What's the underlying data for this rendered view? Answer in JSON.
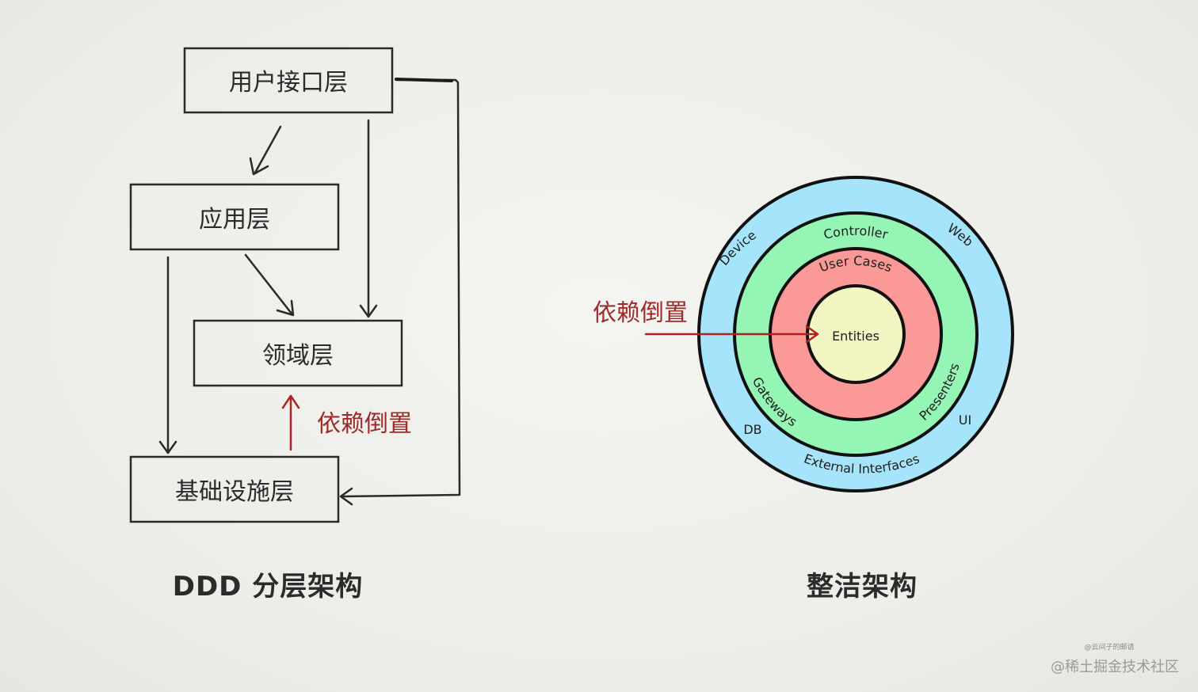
{
  "ddd": {
    "layers": {
      "user_interface": "用户接口层",
      "application": "应用层",
      "domain": "领域层",
      "infrastructure": "基础设施层"
    },
    "inversion_label": "依赖倒置",
    "caption": "DDD 分层架构"
  },
  "clean": {
    "rings": {
      "entities": "Entities",
      "use_cases": "User Cases",
      "controller": "Controller",
      "gateways": "Gateways",
      "presenters": "Presenters",
      "device": "Device",
      "web": "Web",
      "db": "DB",
      "ui": "UI",
      "external": "External Interfaces"
    },
    "inversion_label": "依赖倒置",
    "caption": "整洁架构"
  },
  "colors": {
    "outer_ring": "#a6e4fb",
    "green_ring": "#94f5b4",
    "red_ring": "#fb9898",
    "core": "#f3f5c2",
    "inversion_arrow": "#b02222",
    "stroke": "#2a2a2a"
  },
  "watermark": {
    "author": "@云间子的邮请",
    "site": "@稀土掘金技术社区"
  }
}
